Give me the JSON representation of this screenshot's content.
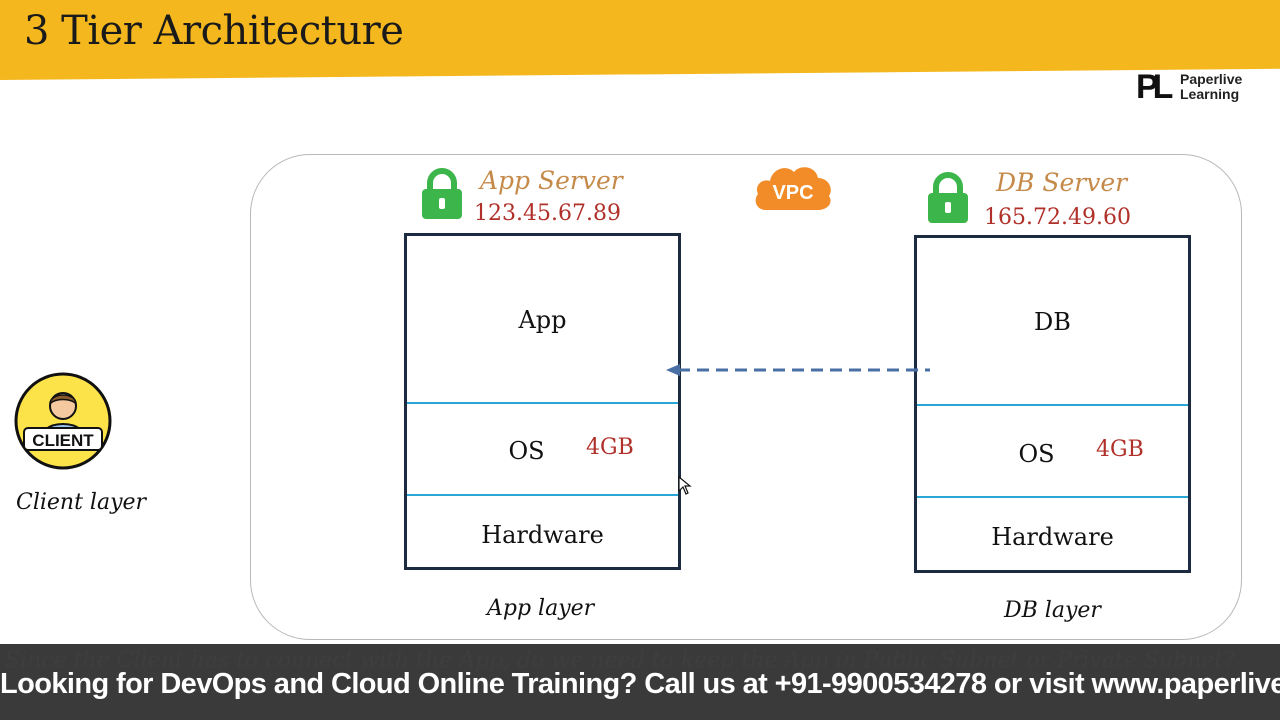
{
  "header": {
    "title": "3 Tier Architecture"
  },
  "brand": {
    "mark": "PL",
    "name_line1": "Paperlive",
    "name_line2": "Learning"
  },
  "vpc": {
    "label": "VPC"
  },
  "app_server": {
    "title": "App Server",
    "ip": "123.45.67.89",
    "tiers": {
      "top": "App",
      "middle": "OS",
      "bottom": "Hardware"
    },
    "memory": "4GB",
    "layer_label": "App layer"
  },
  "db_server": {
    "title": "DB Server",
    "ip": "165.72.49.60",
    "tiers": {
      "top": "DB",
      "middle": "OS",
      "bottom": "Hardware"
    },
    "memory": "4GB",
    "layer_label": "DB layer"
  },
  "client": {
    "badge": "CLIENT",
    "layer_label": "Client layer"
  },
  "footer": {
    "question": "Since the Client has to connect with the App, do we need to keep the App in Public Subnet or Private Subnet?",
    "promo": "Looking for DevOps and Cloud Online Training? Call us at +91-9900534278 or visit www.paperlive.in"
  },
  "colors": {
    "header": "#f4b81e",
    "lock": "#3cb54a",
    "vpc": "#f28c28",
    "server_title": "#c58a4a",
    "ip": "#b0302a",
    "divider": "#29a6d6",
    "arrow": "#4a6fa5",
    "banner": "#3a3a3a"
  },
  "icons": [
    "lock-icon",
    "vpc-cloud-icon",
    "client-avatar-icon",
    "arrow-left-icon",
    "mouse-cursor-icon"
  ]
}
